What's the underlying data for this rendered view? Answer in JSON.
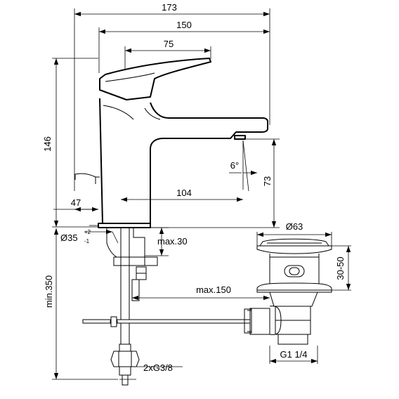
{
  "dimensions": {
    "overall_length": "173",
    "spout_length": "150",
    "lever_length": "75",
    "total_height": "146",
    "outlet_height": "73",
    "spout_reach": "104",
    "body_offset": "47",
    "outlet_angle": "6°",
    "hole_diameter": "Ø35",
    "hole_tol_upper": "+2",
    "hole_tol_lower": "-1",
    "max_deck_thickness": "max.30",
    "min_hose_length": "min.350",
    "max_rod_length": "max.150",
    "waste_diameter": "Ø63",
    "waste_adjust": "30-50",
    "waste_thread": "G1 1/4",
    "connection_thread": "2xG3/8"
  }
}
